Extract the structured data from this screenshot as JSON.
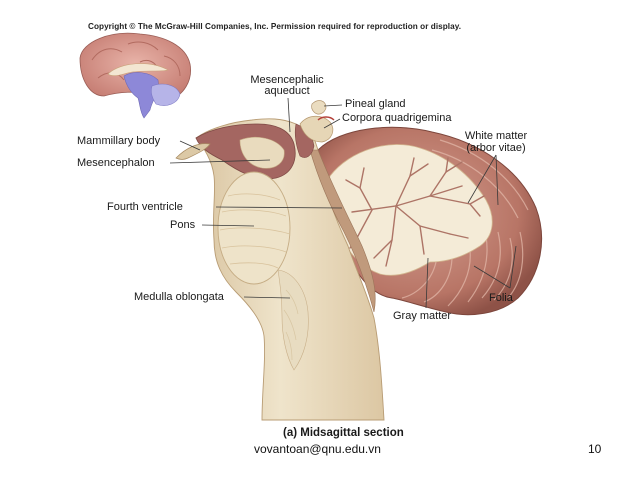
{
  "copyright": "Copyright © The McGraw-Hill Companies, Inc. Permission required for reproduction or display.",
  "labels": {
    "mesencephalic_aqueduct_1": "Mesencephalic",
    "mesencephalic_aqueduct_2": "aqueduct",
    "pineal_gland": "Pineal gland",
    "corpora_quadrigemina": "Corpora quadrigemina",
    "mammillary_body": "Mammillary body",
    "mesencephalon": "Mesencephalon",
    "white_matter_1": "White matter",
    "white_matter_2": "(arbor vitae)",
    "fourth_ventricle": "Fourth ventricle",
    "pons": "Pons",
    "medulla_oblongata": "Medulla oblongata",
    "folia": "Folia",
    "gray_matter": "Gray matter"
  },
  "caption": "(a) Midsagittal section",
  "footer": {
    "email": "vovantoan@qnu.edu.vn",
    "page_number": "10"
  },
  "colors": {
    "brainstem": "#eadcbf",
    "brainstem_shadow": "#d8c29d",
    "cerebellum_outer": "#b9776a",
    "cerebellum_fold": "#d9a999",
    "white_matter": "#f3ead6",
    "ventricle": "#a0615c",
    "thumbnail_brain": "#d7988f",
    "thumbnail_brainstem": "#8f8ad6",
    "leader_line": "#333333"
  }
}
